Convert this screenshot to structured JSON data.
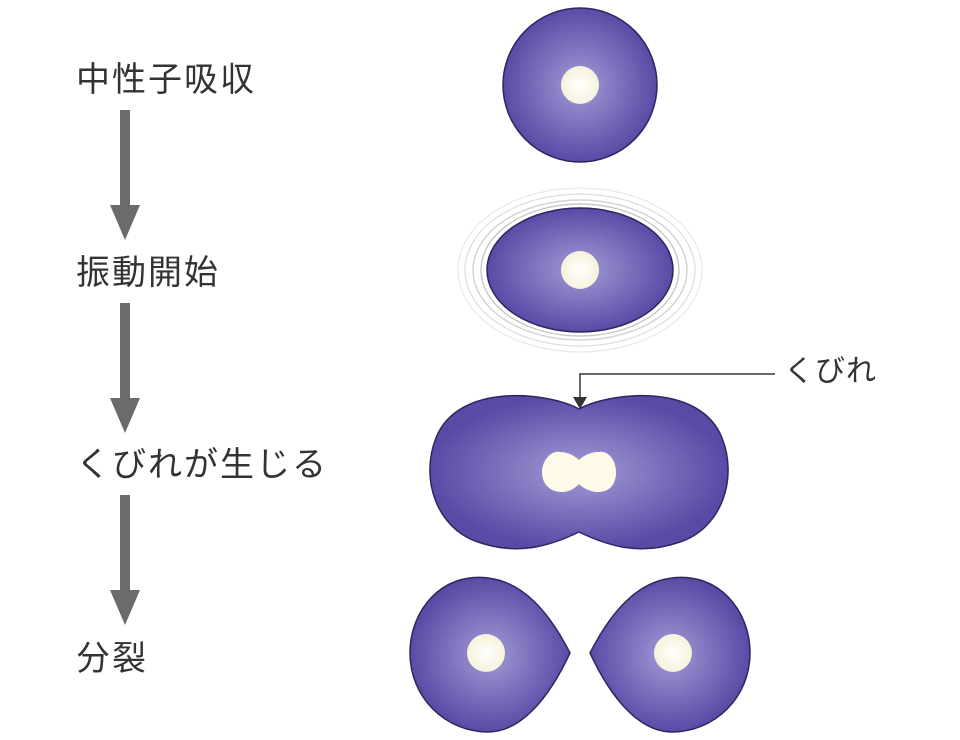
{
  "steps": [
    {
      "label": "中性子吸収"
    },
    {
      "label": "振動開始"
    },
    {
      "label": "くびれが生じる"
    },
    {
      "label": "分裂"
    }
  ],
  "callout": {
    "label": "くびれ"
  },
  "colors": {
    "nucleus_outer": "#5a4aa6",
    "nucleus_inner": "#a39bd6",
    "nucleus_outline": "#2f2660",
    "core": "#fffbe8",
    "arrow": "#6b6b6b",
    "text": "#333333",
    "vibration_ring": "#dddddd"
  }
}
